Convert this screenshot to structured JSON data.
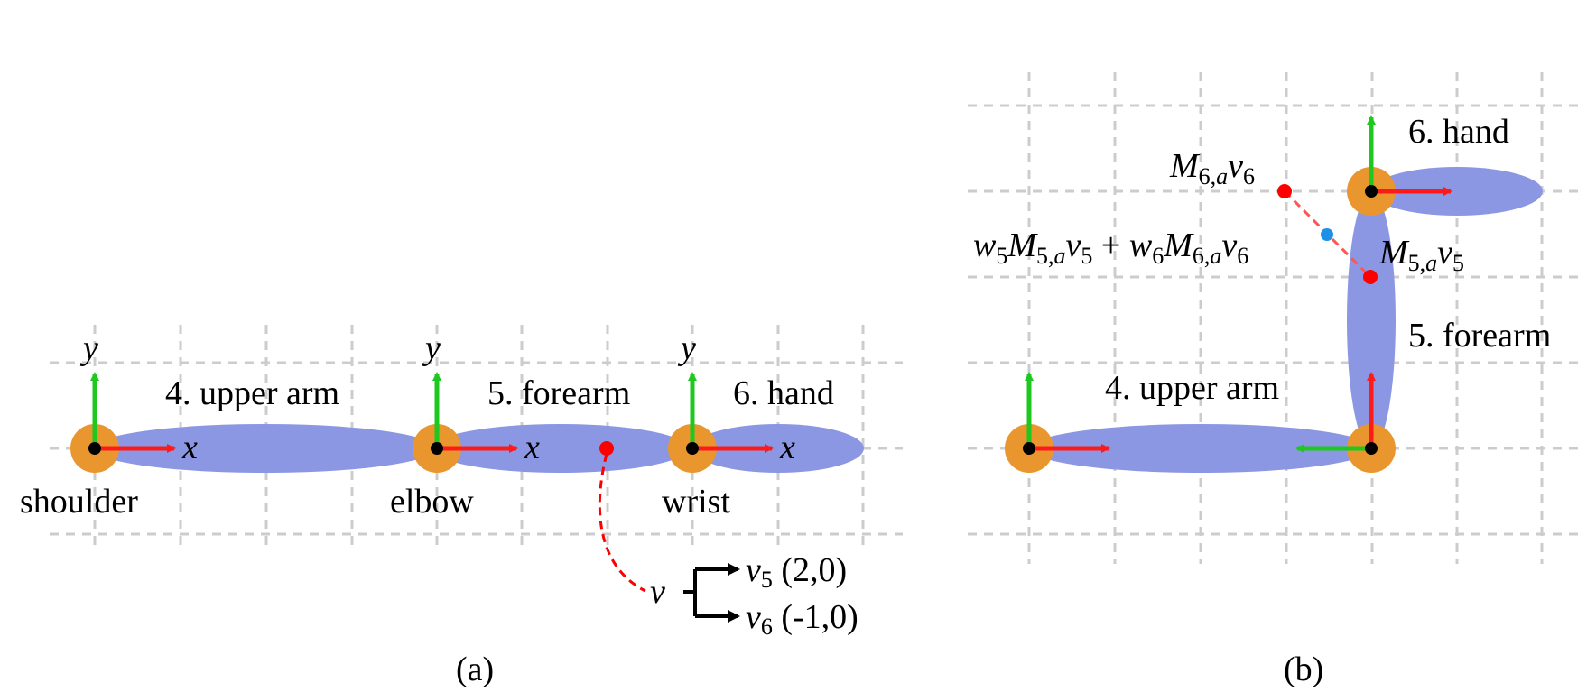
{
  "colors": {
    "bone": "#8b97e3",
    "joint": "#e8962d",
    "joint_center": "#000000",
    "x_axis": "#ff1a1a",
    "y_axis": "#1ec81e",
    "point_red": "#ff0000",
    "point_blue": "#1e90e6",
    "grid": "#cccccc"
  },
  "panel_a": {
    "caption": "(a)",
    "bones": [
      "4. upper arm",
      "5. forearm",
      "6. hand"
    ],
    "joints": [
      "shoulder",
      "elbow",
      "wrist"
    ],
    "axis_x": "x",
    "axis_y": "y",
    "vertex": {
      "symbol": "v",
      "v5": {
        "sym": "v",
        "sub": "5",
        "coord": "(2,0)"
      },
      "v6": {
        "sym": "v",
        "sub": "6",
        "coord": "(-1,0)"
      }
    }
  },
  "panel_b": {
    "caption": "(b)",
    "bones": [
      "4. upper arm",
      "5. forearm",
      "6. hand"
    ],
    "label_M6": {
      "M": "M",
      "sub": "6,",
      "sub_a": "a",
      "v": "v",
      "vsub": "6"
    },
    "label_M5": {
      "M": "M",
      "sub": "5,",
      "sub_a": "a",
      "v": "v",
      "vsub": "5"
    },
    "blend": {
      "w5": "w",
      "w5_sub": "5",
      "M5": "M",
      "M5_sub": "5,",
      "M5_a": "a",
      "v5": "v",
      "v5_sub": "5",
      "plus": " + ",
      "w6": "w",
      "w6_sub": "6",
      "M6": "M",
      "M6_sub": "6,",
      "M6_a": "a",
      "v6": "v",
      "v6_sub": "6"
    }
  }
}
